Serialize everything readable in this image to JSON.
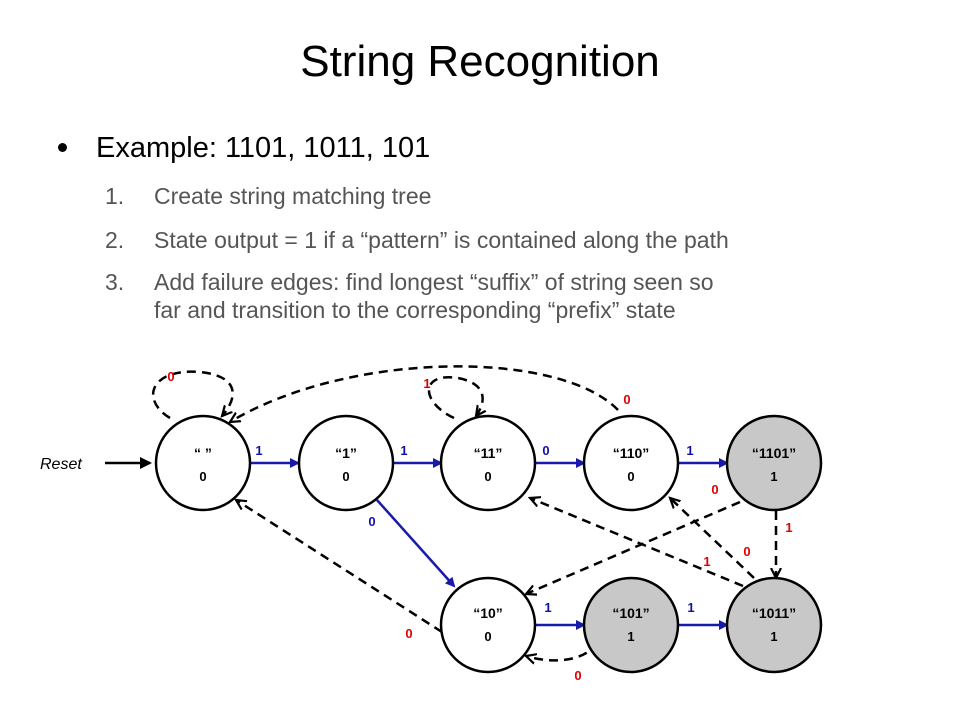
{
  "title": "String Recognition",
  "bullet": "Example: 1101, 1011, 101",
  "steps": [
    {
      "num": "1.",
      "text": "Create string matching tree"
    },
    {
      "num": "2.",
      "text": "State output = 1 if a “pattern” is contained along the path"
    },
    {
      "num": "3.",
      "text": "Add failure edges: find longest “suffix” of string seen so",
      "text2": "far and transition to the corresponding “prefix” state"
    }
  ],
  "diagram": {
    "reset_label": "Reset",
    "states": {
      "s_empty": {
        "name": "“ ”",
        "output": "0"
      },
      "s1": {
        "name": "“1”",
        "output": "0"
      },
      "s11": {
        "name": "“11”",
        "output": "0"
      },
      "s110": {
        "name": "“110”",
        "output": "0"
      },
      "s1101": {
        "name": "“1101”",
        "output": "1"
      },
      "s10": {
        "name": "“10”",
        "output": "0"
      },
      "s101": {
        "name": "“101”",
        "output": "1"
      },
      "s1011": {
        "name": "“1011”",
        "output": "1"
      }
    },
    "edge_labels": {
      "empty_to_1": "1",
      "s1_to_11": "1",
      "s11_to_110": "0",
      "s110_to_1101": "1",
      "s1_to_10": "0",
      "s10_to_101": "1",
      "s101_to_1011": "1",
      "empty_self": "0",
      "s11_self": "1",
      "s110_to_empty": "0",
      "s10_to_empty": "0",
      "s101_to_10": "0",
      "s1101_to_10": "0",
      "s1101_to_1011": "1",
      "s1011_to_110": "1",
      "s1011_to_1101": "0"
    },
    "colors": {
      "transition": "#1a1aaa",
      "failure": "#000000",
      "failure_label": "#e00000",
      "accepting_fill": "#c8c8c8"
    }
  }
}
